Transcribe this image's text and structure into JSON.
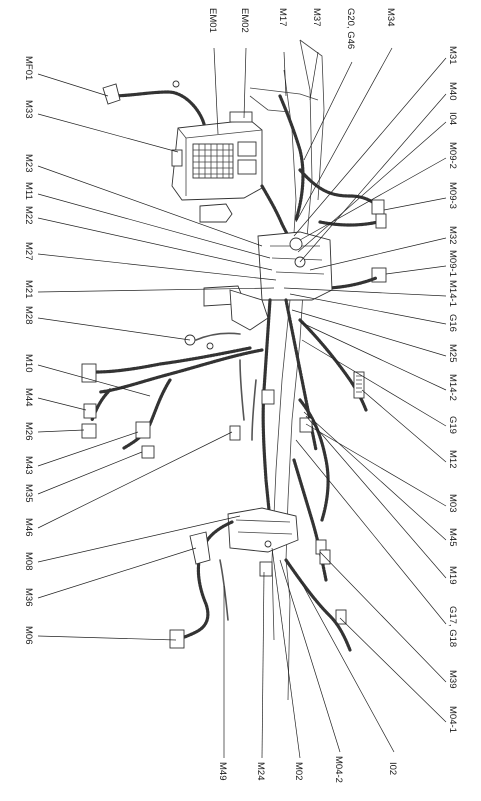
{
  "labels_left": [
    "MF01",
    "M33",
    "M23",
    "M11",
    "M22",
    "M27",
    "M21",
    "M28",
    "M10",
    "M44",
    "M26",
    "M43",
    "M35",
    "M46",
    "M08",
    "M36",
    "M06"
  ],
  "labels_top": [
    "EM01",
    "EM02",
    "M17",
    "M37",
    "G20, G46",
    "M34"
  ],
  "labels_right": [
    "M31",
    "M40",
    "I04",
    "M09-2",
    "M09-3",
    "M32",
    "M09-1",
    "M14-1",
    "G16",
    "M25",
    "M14-2",
    "G19",
    "M12",
    "M03",
    "M45",
    "M19",
    "G17, G18",
    "M39",
    "M04-1"
  ],
  "labels_bottom": [
    "M49",
    "M24",
    "M02",
    "M04-2",
    "I02"
  ]
}
